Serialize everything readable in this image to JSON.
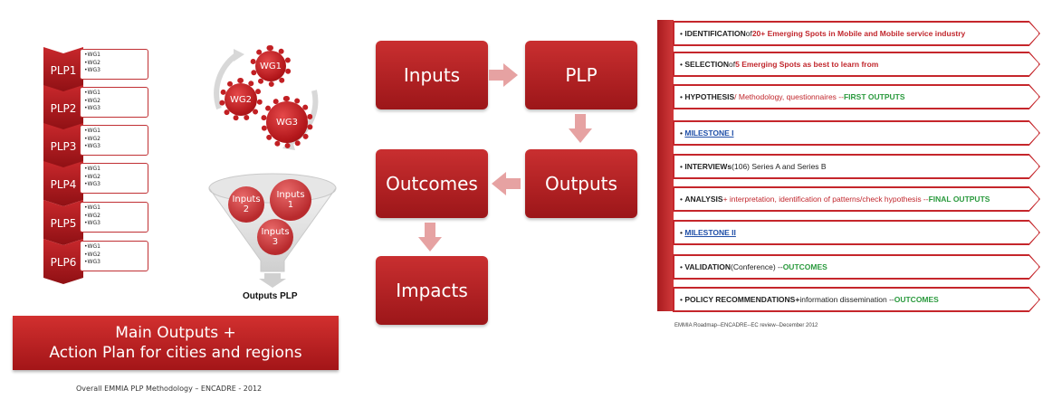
{
  "plp_rows": [
    {
      "label": "PLP1",
      "wgs": [
        "•WG1",
        "•WG2",
        "•WG3"
      ]
    },
    {
      "label": "PLP2",
      "wgs": [
        "•WG1",
        "•WG2",
        "•WG3"
      ]
    },
    {
      "label": "PLP3",
      "wgs": [
        "•WG1",
        "•WG2",
        "•WG3"
      ]
    },
    {
      "label": "PLP4",
      "wgs": [
        "•WG1",
        "•WG2",
        "•WG3"
      ]
    },
    {
      "label": "PLP5",
      "wgs": [
        "•WG1",
        "•WG2",
        "•WG3"
      ]
    },
    {
      "label": "PLP6",
      "wgs": [
        "•WG1",
        "•WG2",
        "•WG3"
      ]
    }
  ],
  "gears": {
    "g1": "WG1",
    "g2": "WG2",
    "g3": "WG3"
  },
  "funnel": {
    "in1_a": "Inputs",
    "in1_b": "1",
    "in2_a": "Inputs",
    "in2_b": "2",
    "in3_a": "Inputs",
    "in3_b": "3",
    "label": "Outputs PLP"
  },
  "banner": {
    "line1": "Main Outputs +",
    "line2": "Action Plan for cities and regions"
  },
  "caption_left": "Overall EMMIA PLP Methodology – ENCADRE - 2012",
  "flow": {
    "inputs": "Inputs",
    "plp": "PLP",
    "outputs": "Outputs",
    "outcomes": "Outcomes",
    "impacts": "Impacts"
  },
  "roadmap": {
    "s1": {
      "a": "IDENTIFICATION",
      "b": " of ",
      "c": "20+ Emerging Spots in Mobile and Mobile service industry"
    },
    "s2": {
      "a": "SELECTION",
      "b": " of ",
      "c": "5 Emerging Spots as best to learn from"
    },
    "s3": {
      "a": "HYPOTHESIS",
      "b": " / Methodology, questionnaires -- ",
      "c": "FIRST OUTPUTS"
    },
    "s4": {
      "a": "MILESTONE I"
    },
    "s5": {
      "a": "INTERVIEWs",
      "b": " (106) Series A and Series B"
    },
    "s6": {
      "a": "ANALYSIS",
      "b": " + interpretation, identification of patterns/check hypothesis -- ",
      "c": "FINAL OUTPUTS"
    },
    "s7": {
      "a": "MILESTONE II"
    },
    "s8": {
      "a": "VALIDATION",
      "b": " (Conference)  -- ",
      "c": "OUTCOMES"
    },
    "s9": {
      "a": "POLICY RECOMMENDATIONS",
      "b": "  +",
      "c": " information dissemination  -- ",
      "d": "OUTCOMES"
    },
    "bullet": "•",
    "caption": "EMMIA Roadmap--ENCADRE--EC review--December 2012"
  }
}
